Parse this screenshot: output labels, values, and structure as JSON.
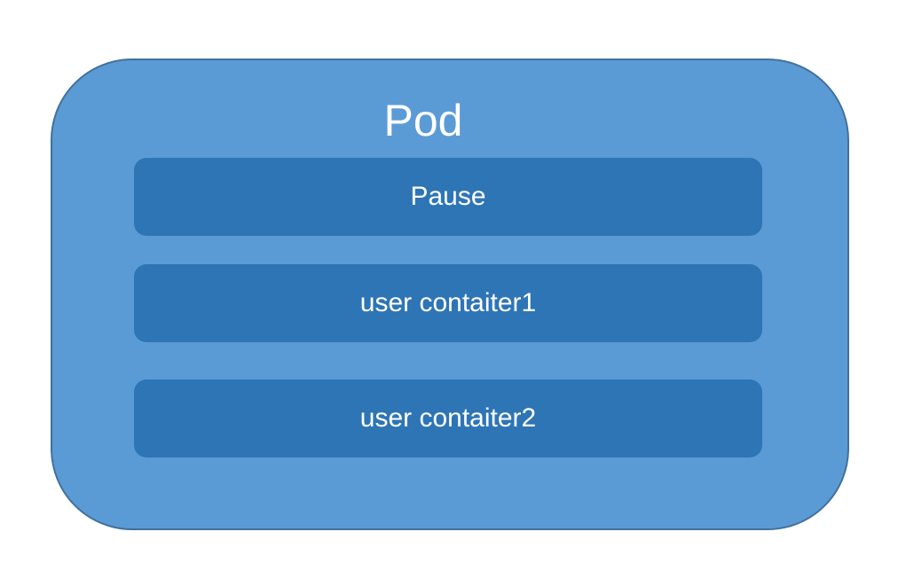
{
  "pod": {
    "title": "Pod",
    "containers": [
      {
        "label": "Pause"
      },
      {
        "label": "user contaiter1"
      },
      {
        "label": "user contaiter2"
      }
    ]
  },
  "colors": {
    "pod_fill": "#5b9bd5",
    "pod_border": "#41719c",
    "container_fill": "#2e75b6",
    "text": "#ffffff"
  }
}
